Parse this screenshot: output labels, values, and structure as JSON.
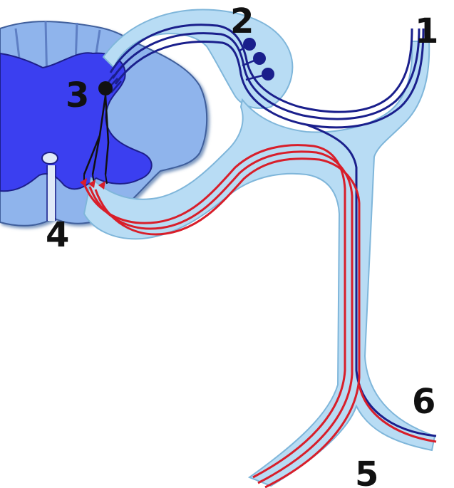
{
  "labels": {
    "l1": "1",
    "l2": "2",
    "l3": "3",
    "l4": "4",
    "l5": "5",
    "l6": "6"
  },
  "colors": {
    "nerve_sheath": "#b8dcf4",
    "nerve_outline": "#7fb6da",
    "grey_matter": "#3b3ff0",
    "white_matter": "#8fb4ec",
    "white_matter_dark": "#5e7fc4",
    "sensory_fiber": "#1a1f8c",
    "motor_fiber": "#d81e2a",
    "neuron_body": "#111111"
  }
}
